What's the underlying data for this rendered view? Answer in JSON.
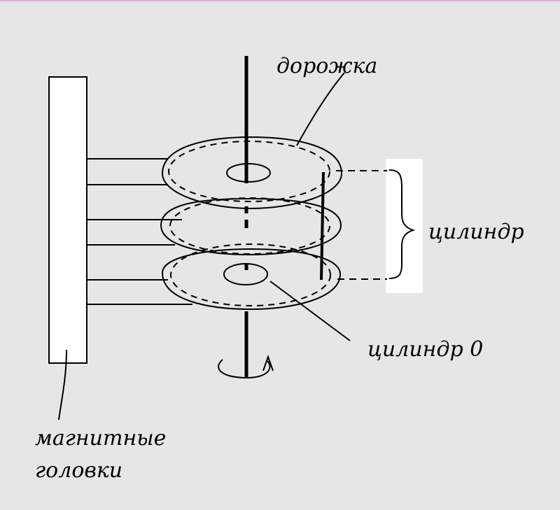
{
  "diagram": {
    "labels": {
      "track": "дорожка",
      "cylinder": "цилиндр",
      "cylinder_zero": "цилиндр 0",
      "heads_line1": "магнитные",
      "heads_line2": "головки"
    },
    "colors": {
      "background": "#e6e6e6",
      "ink": "#000000",
      "highlight_box": "#ffffff",
      "top_border": "#e9a6e9"
    }
  }
}
